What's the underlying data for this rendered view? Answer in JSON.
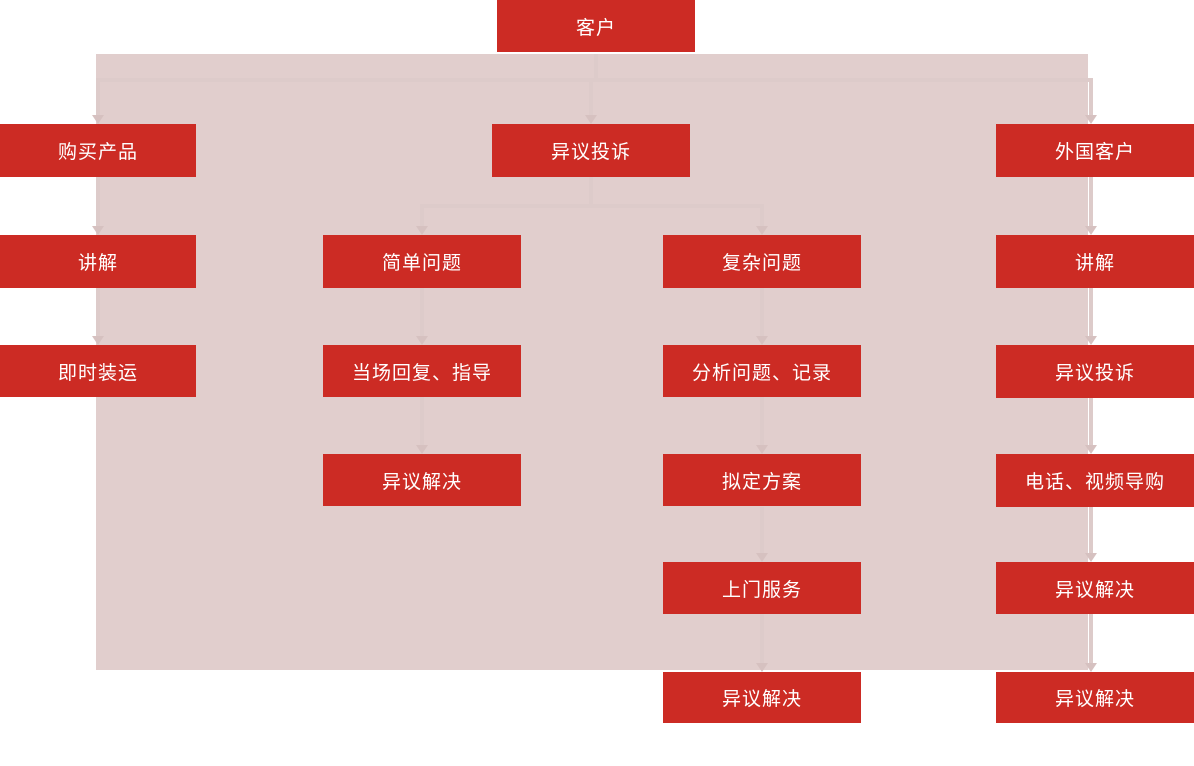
{
  "colors": {
    "node_red": "#cc2b24",
    "node_text": "#ffffff",
    "panel_pink": "#e1cecd",
    "connector": "#ddcbca",
    "arrowhead": "#d6c1c0",
    "canvas_white": "#ffffff"
  },
  "nodes": {
    "customer": "客户",
    "purchase_product": "购买产品",
    "explain_left": "讲解",
    "immediate_shipment": "即时装运",
    "objection_complaint_center": "异议投诉",
    "simple_problem": "简单问题",
    "onsite_reply_guidance": "当场回复、指导",
    "objection_resolution_mid_left": "异议解决",
    "complex_problem": "复杂问题",
    "analyze_problem_record": "分析问题、记录",
    "draft_plan": "拟定方案",
    "door_to_door_service": "上门服务",
    "objection_resolution_mid_right": "异议解决",
    "foreign_customer": "外国客户",
    "explain_right": "讲解",
    "objection_complaint_right": "异议投诉",
    "phone_video_shopping_guide": "电话、视频导购",
    "objection_resolution_right_upper": "异议解决",
    "objection_resolution_right_lower": "异议解决"
  }
}
